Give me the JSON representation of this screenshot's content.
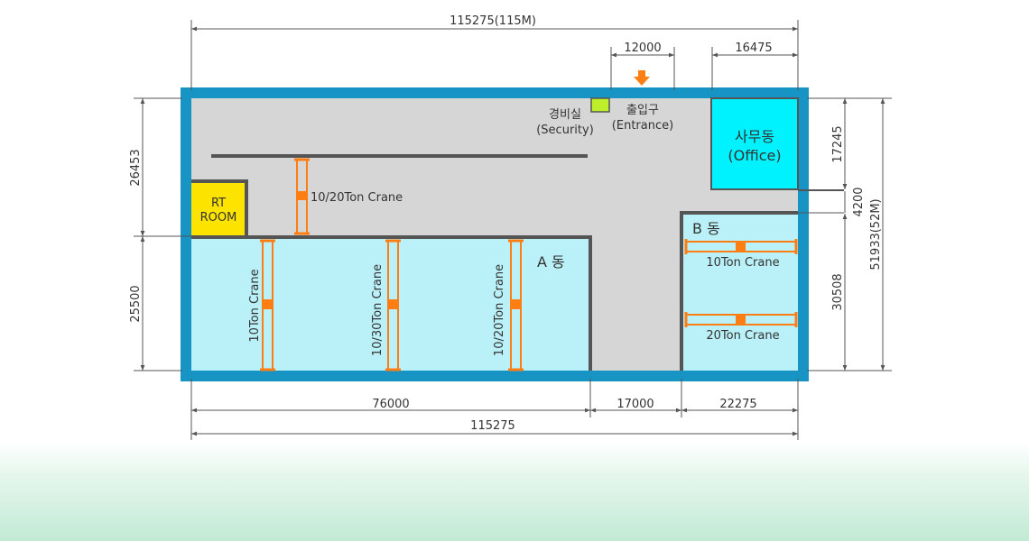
{
  "dimensions": {
    "top_total": "115275(115M)",
    "entrance_width": "12000",
    "office_width": "16475",
    "left_upper": "26453",
    "left_lower": "25500",
    "right_office": "17245",
    "right_gap": "4200",
    "right_b": "30508",
    "right_total": "51933(52M)",
    "bottom_a": "76000",
    "bottom_mid": "17000",
    "bottom_b": "22275",
    "bottom_total": "115275"
  },
  "rooms": {
    "rt_room": [
      "RT",
      "ROOM"
    ],
    "office": [
      "사무동",
      "(Office)"
    ],
    "security": [
      "경비실",
      "(Security)"
    ],
    "entrance": [
      "출입구",
      "(Entrance)"
    ],
    "a_building": "A 동",
    "b_building": "B 동"
  },
  "cranes": {
    "upper": "10/20Ton Crane",
    "a1": "10Ton Crane",
    "a2": "10/30Ton Crane",
    "a3": "10/20Ton Crane",
    "b1": "10Ton Crane",
    "b2": "20Ton Crane"
  },
  "colors": {
    "frame": "#1793c4",
    "floor": "#d6d6d6",
    "building": "#baf0f7",
    "office": "#00f2ff",
    "rt_room": "#fde300",
    "security": "#bfef2a",
    "crane": "#ff7e14",
    "wall": "#555555"
  }
}
